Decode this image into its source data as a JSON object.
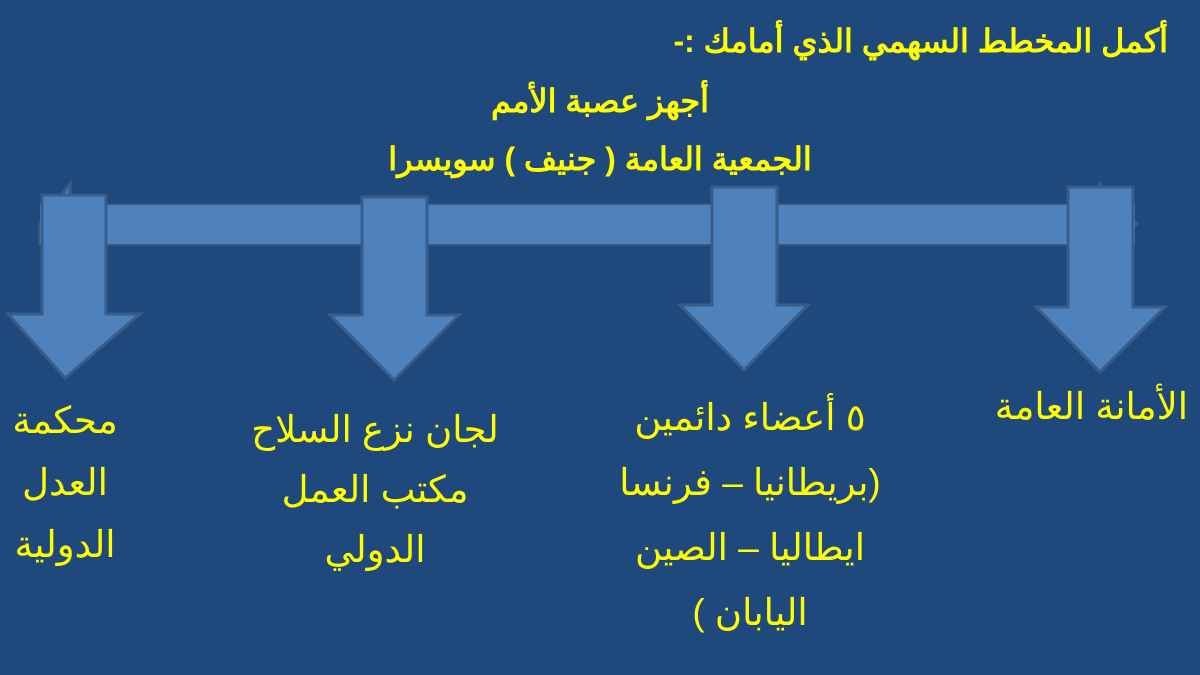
{
  "title": "أكمل المخطط السهمي الذي أمامك :-",
  "subtitle": "أجهز عصبة الأمم",
  "assembly": "الجمعية العامة ( جنيف ) سويسرا",
  "branches": [
    {
      "lines": [
        "الأمانة العامة"
      ]
    },
    {
      "lines": [
        "٥ أعضاء دائمين",
        "(بريطانيا – فرنسا",
        "ايطاليا – الصين",
        "اليابان )"
      ]
    },
    {
      "lines": [
        "لجان نزع السلاح",
        "مكتب العمل",
        "الدولي"
      ]
    },
    {
      "lines": [
        "محكمة",
        "العدل",
        "الدولية"
      ]
    }
  ],
  "colors": {
    "background": "#1F497D",
    "arrow_fill": "#4F81BD",
    "arrow_stroke": "#385D8A",
    "text": "#FFFF00"
  }
}
